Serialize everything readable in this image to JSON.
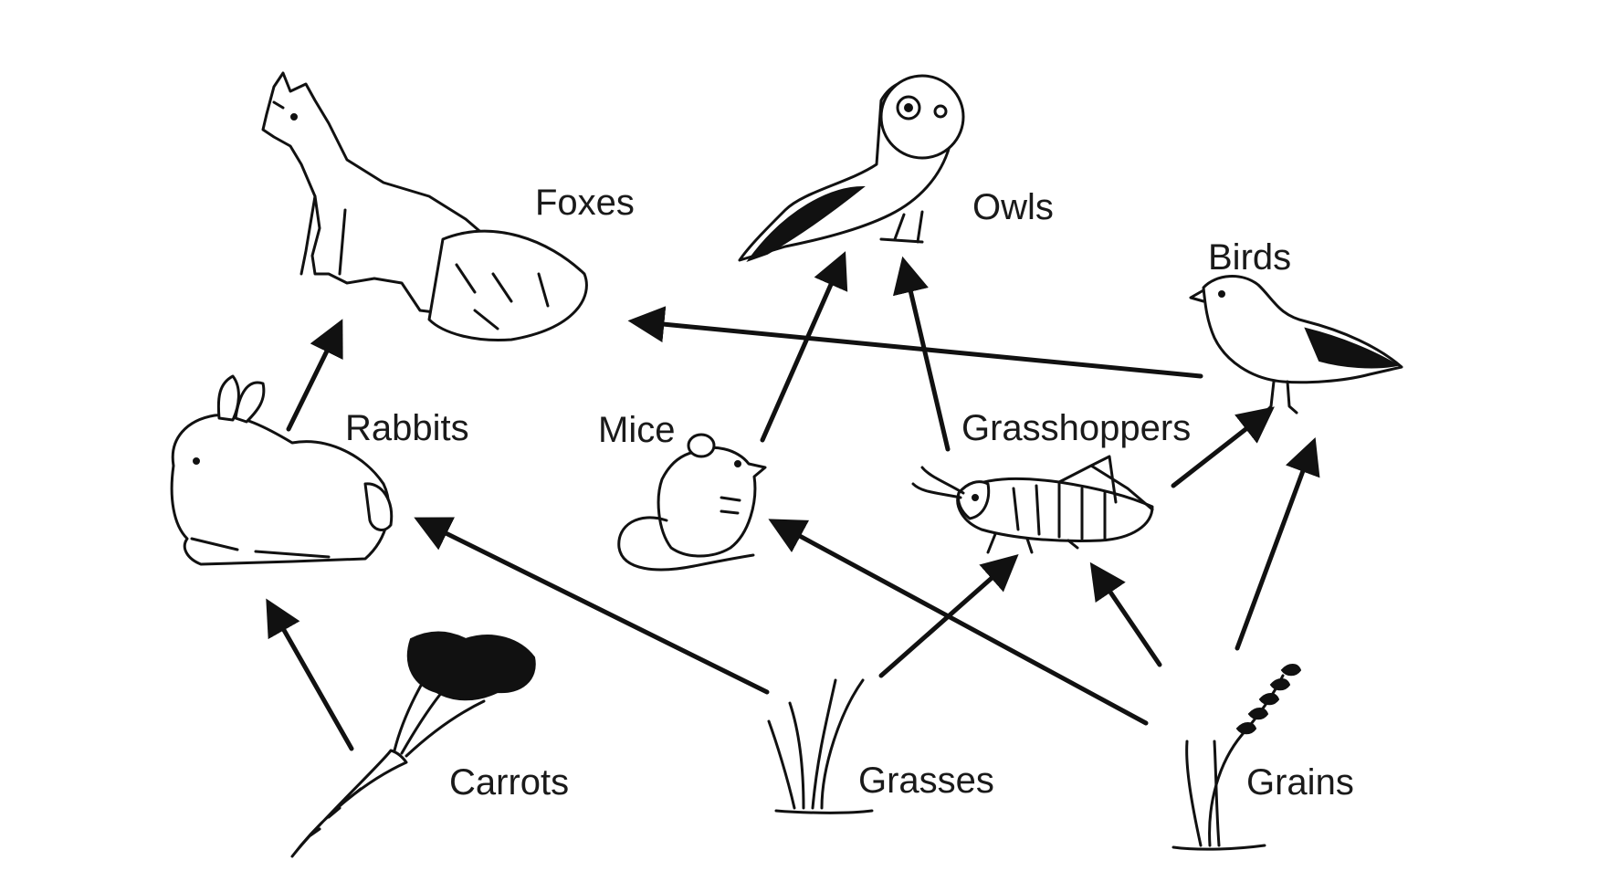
{
  "organisms": {
    "foxes": "Foxes",
    "owls": "Owls",
    "birds": "Birds",
    "rabbits": "Rabbits",
    "mice": "Mice",
    "grasshoppers": "Grasshoppers",
    "carrots": "Carrots",
    "grasses": "Grasses",
    "grains": "Grains"
  },
  "icons": {
    "foxes": "fox-icon",
    "owls": "owl-icon",
    "birds": "bird-icon",
    "rabbits": "rabbit-icon",
    "mice": "mouse-icon",
    "grasshoppers": "grasshopper-icon",
    "carrots": "carrot-icon",
    "grasses": "grass-icon",
    "grains": "grain-icon"
  },
  "links": [
    {
      "from": "carrots",
      "to": "rabbits"
    },
    {
      "from": "grasses",
      "to": "rabbits"
    },
    {
      "from": "grasses",
      "to": "grasshoppers"
    },
    {
      "from": "grains",
      "to": "mice"
    },
    {
      "from": "grains",
      "to": "grasshoppers"
    },
    {
      "from": "grains",
      "to": "birds"
    },
    {
      "from": "rabbits",
      "to": "foxes"
    },
    {
      "from": "mice",
      "to": "owls"
    },
    {
      "from": "grasshoppers",
      "to": "owls"
    },
    {
      "from": "grasshoppers",
      "to": "birds"
    },
    {
      "from": "birds",
      "to": "foxes"
    }
  ]
}
